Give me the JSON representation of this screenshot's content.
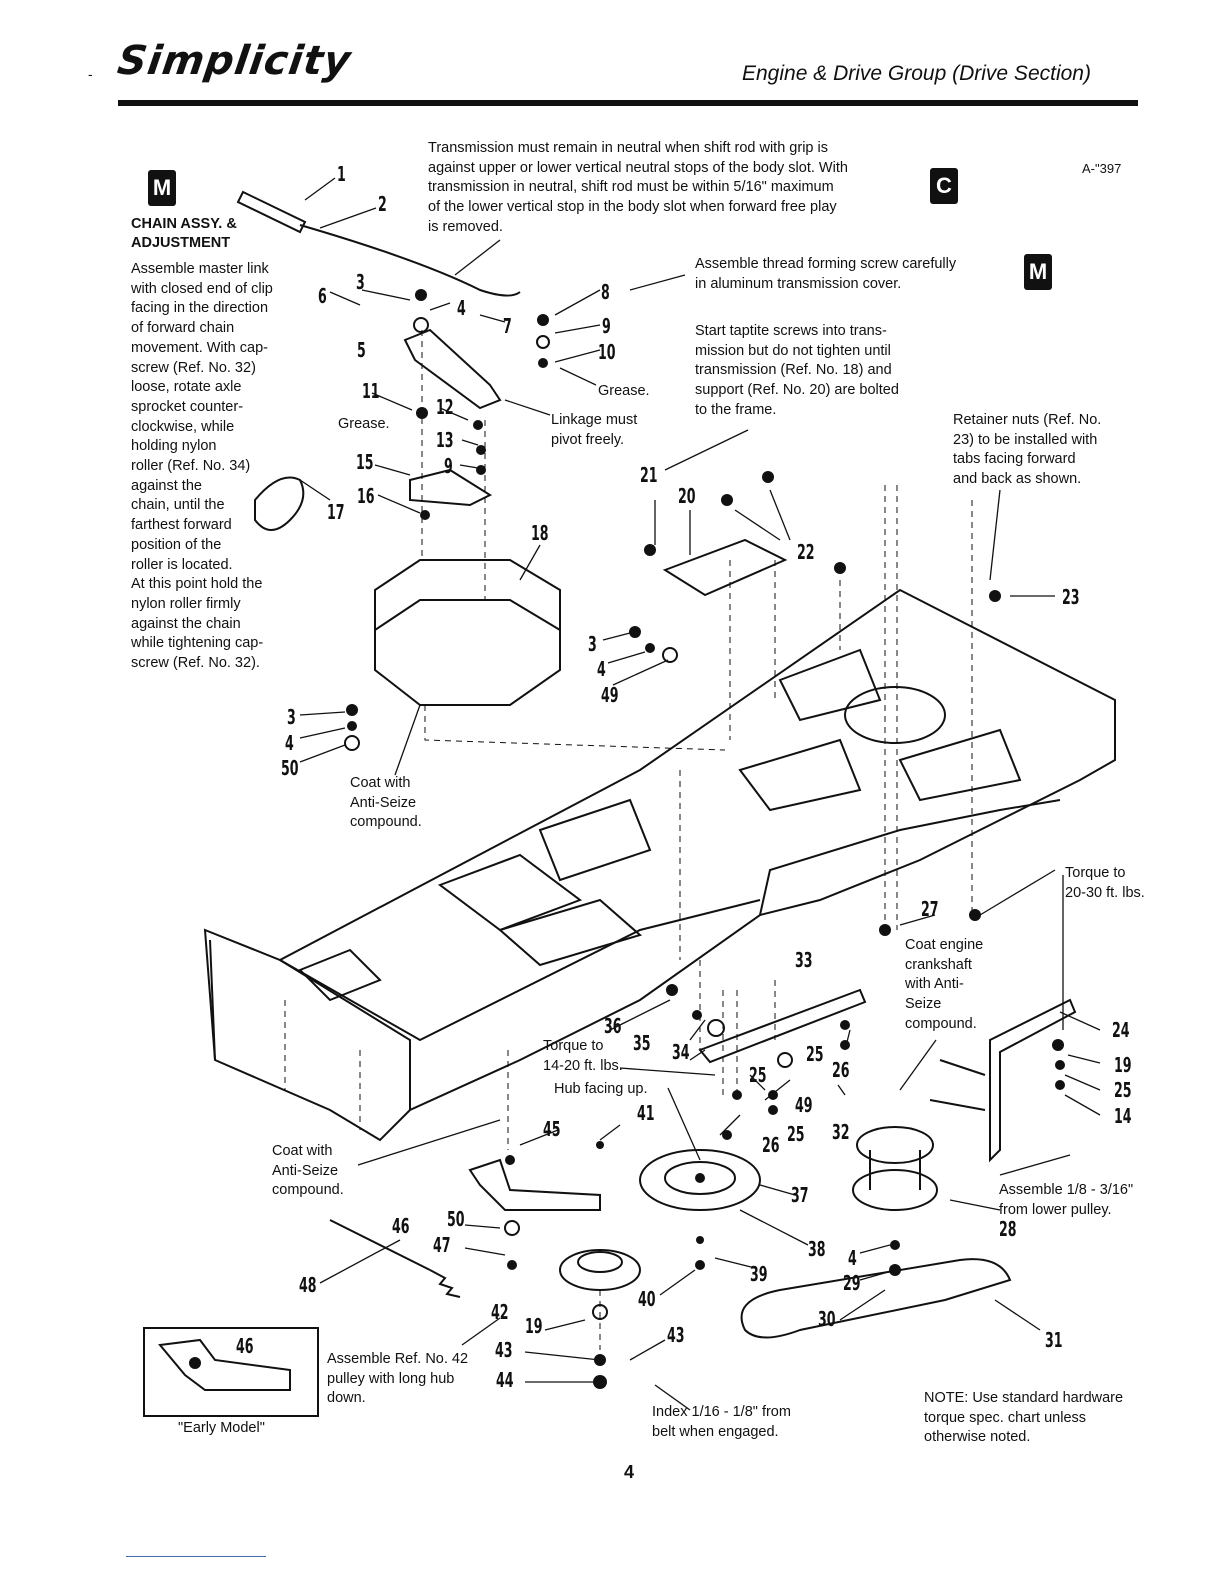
{
  "header": {
    "brand": "Simplicity",
    "section_title": "Engine & Drive Group (Drive Section)"
  },
  "badges": {
    "m1": "M",
    "c": "C",
    "m2": "M"
  },
  "figure_code": "A-\"397",
  "page_number": "4",
  "notes": {
    "chain_title": "CHAIN ASSY. &\nADJUSTMENT",
    "chain_body": "Assemble master link\nwith closed end of clip\nfacing in the direction\nof forward chain\nmovement. With cap-\nscrew (Ref. No. 32)\nloose, rotate axle\nsprocket counter-\nclockwise, while\nholding nylon\nroller (Ref. No. 34)\nagainst the\nchain, until the\nfarthest forward\nposition of the\nroller is located.\nAt this point hold the\nnylon roller firmly\nagainst the chain\nwhile tightening cap-\nscrew (Ref. No. 32).",
    "transmission_neutral": "Transmission must remain in neutral when shift rod with grip is\nagainst upper or lower vertical neutral stops of the body slot. With\ntransmission in neutral, shift rod must be within 5/16\" maximum\nof the lower vertical stop in the body slot when forward free play\nis removed.",
    "thread_forming": "Assemble thread forming screw carefully\nin aluminum transmission cover.",
    "taptite": "Start taptite screws into trans-\nmission but do not tighten until\ntransmission (Ref. No. 18) and\nsupport (Ref. No. 20) are bolted\nto the frame.",
    "retainer": "Retainer nuts (Ref. No.\n23) to be installed with\ntabs facing forward\nand back as shown.",
    "grease1": "Grease.",
    "grease2": "Grease.",
    "linkage": "Linkage must\npivot freely.",
    "coat1": "Coat with\nAnti-Seize\ncompound.",
    "coat_engine": "Coat engine\ncrankshaft\nwith Anti-\nSeize\ncompound.",
    "torque_20_30": "Torque to\n20-30 ft. lbs.",
    "torque_14_20": "Torque to\n14-20 ft. lbs.",
    "hub_up": "Hub facing up.",
    "coat2": "Coat with\nAnti-Seize\ncompound.",
    "assemble_gap": "Assemble 1/8 - 3/16\"\nfrom lower pulley.",
    "ref42": "Assemble Ref. No. 42\npulley with long hub\ndown.",
    "index": "Index 1/16 - 1/8\" from\nbelt when engaged.",
    "hardware": "NOTE: Use standard hardware\ntorque spec. chart unless\notherwise noted.",
    "early_model": "\"Early Model\""
  },
  "callouts": {
    "n1": "1",
    "n2": "2",
    "n3a": "3",
    "n4a": "4",
    "n5": "5",
    "n6": "6",
    "n7": "7",
    "n8": "8",
    "n9a": "9",
    "n10": "10",
    "n11": "11",
    "n12": "12",
    "n13": "13",
    "n15": "15",
    "n9b": "9",
    "n16": "16",
    "n17": "17",
    "n18": "18",
    "n21": "21",
    "n20": "20",
    "n22": "22",
    "n23": "23",
    "n3b": "3",
    "n4b": "4",
    "n49a": "49",
    "n3c": "3",
    "n4c": "4",
    "n50a": "50",
    "n27": "27",
    "n33": "33",
    "n36": "36",
    "n35": "35",
    "n34": "34",
    "n24": "24",
    "n19a": "19",
    "n25a": "25",
    "n14": "14",
    "n25b": "25",
    "n26a": "26",
    "n25c": "25",
    "n49b": "49",
    "n26b": "26",
    "n25d": "25",
    "n32": "32",
    "n41": "41",
    "n45": "45",
    "n37": "37",
    "n28": "28",
    "n46a": "46",
    "n50b": "50",
    "n47": "47",
    "n38": "38",
    "n48": "48",
    "n4d": "4",
    "n29": "29",
    "n39": "39",
    "n40": "40",
    "n42": "42",
    "n19b": "19",
    "n43a": "43",
    "n43b": "43",
    "n44": "44",
    "n30": "30",
    "n31": "31",
    "n46b": "46"
  }
}
